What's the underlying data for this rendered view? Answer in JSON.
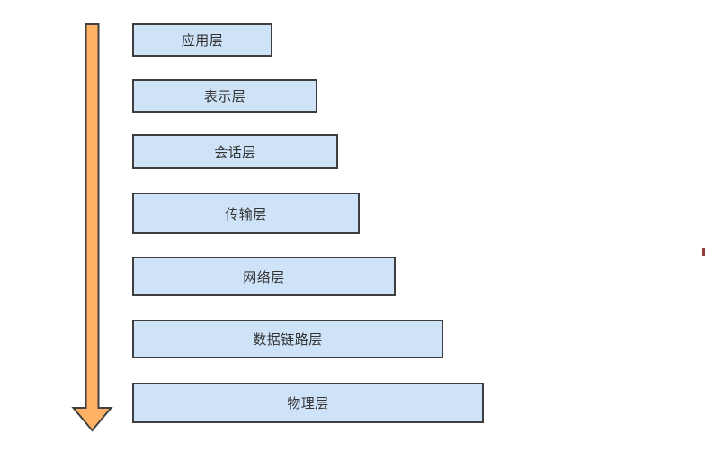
{
  "layers": [
    {
      "label": "应用层"
    },
    {
      "label": "表示层"
    },
    {
      "label": "会话层"
    },
    {
      "label": "传输层"
    },
    {
      "label": "网络层"
    },
    {
      "label": "数据链路层"
    },
    {
      "label": "物理层"
    }
  ],
  "arrow": {
    "direction": "down"
  },
  "colors": {
    "background": "#ffffff",
    "box_fill": "#cee3f8",
    "box_border": "#3e3e3e",
    "text": "#333333",
    "arrow_fill": "#ffb266",
    "arrow_stroke": "#404040",
    "edge_artifact": "#963c3c"
  }
}
